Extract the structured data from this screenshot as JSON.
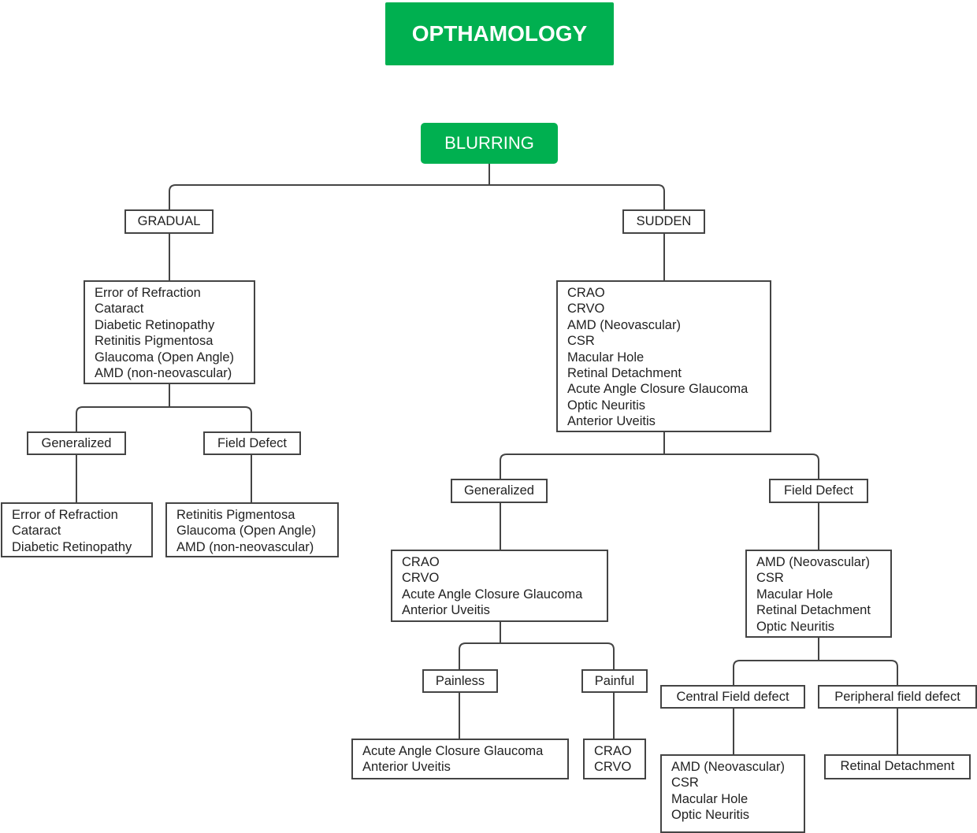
{
  "title": "OPTHAMOLOGY",
  "root": "BLURRING",
  "gradual": {
    "label": "GRADUAL",
    "items": [
      "Error of Refraction",
      "Cataract",
      "Diabetic Retinopathy",
      "Retinitis Pigmentosa",
      "Glaucoma (Open Angle)",
      "AMD (non-neovascular)"
    ],
    "generalized": {
      "label": "Generalized",
      "items": [
        "Error of Refraction",
        "Cataract",
        "Diabetic Retinopathy"
      ]
    },
    "field_defect": {
      "label": "Field Defect",
      "items": [
        "Retinitis Pigmentosa",
        "Glaucoma (Open Angle)",
        "AMD (non-neovascular)"
      ]
    }
  },
  "sudden": {
    "label": "SUDDEN",
    "items": [
      "CRAO",
      "CRVO",
      "AMD (Neovascular)",
      "CSR",
      "Macular Hole",
      "Retinal Detachment",
      "Acute Angle Closure Glaucoma",
      "Optic Neuritis",
      "Anterior Uveitis"
    ],
    "generalized": {
      "label": "Generalized",
      "items": [
        "CRAO",
        "CRVO",
        "Acute Angle Closure Glaucoma",
        "Anterior Uveitis"
      ],
      "painless": {
        "label": "Painless",
        "items": [
          "Acute Angle Closure Glaucoma",
          "Anterior Uveitis"
        ]
      },
      "painful": {
        "label": "Painful",
        "items": [
          "CRAO",
          "CRVO"
        ]
      }
    },
    "field_defect": {
      "label": "Field Defect",
      "items": [
        "AMD (Neovascular)",
        "CSR",
        "Macular Hole",
        "Retinal Detachment",
        "Optic Neuritis"
      ],
      "central": {
        "label": "Central Field defect",
        "items": [
          "AMD (Neovascular)",
          "CSR",
          "Macular Hole",
          "Optic Neuritis"
        ]
      },
      "peripheral": {
        "label": "Peripheral field defect",
        "items": [
          "Retinal Detachment"
        ]
      }
    }
  },
  "colors": {
    "accent": "#00b050",
    "line": "#444444"
  }
}
